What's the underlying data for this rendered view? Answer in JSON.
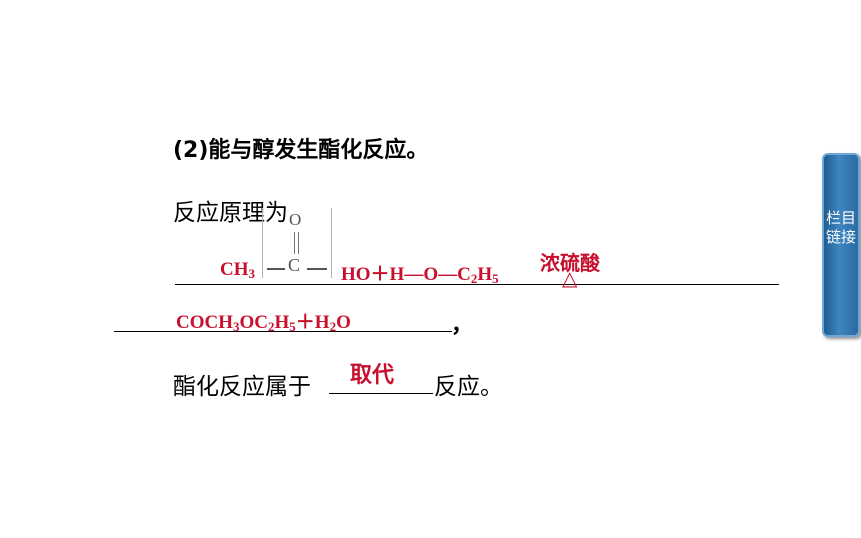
{
  "line1": {
    "text": "(2)能与醇发生酯化反应。"
  },
  "line2": {
    "text": "反应原理为"
  },
  "structure": {
    "o_label": "O",
    "c_label": "C"
  },
  "reaction": {
    "reactant_ch3": "CH",
    "reactant_ch3_sub": "3",
    "reactant_rest_a": "HO＋H—O—C",
    "reactant_rest_sub": "2",
    "reactant_rest_b": "H",
    "reactant_rest_sub2": "5",
    "catalyst": "浓硫酸",
    "heat_symbol": "△"
  },
  "product": {
    "p1": "COCH",
    "p1_sub": "3",
    "p2": "OC",
    "p2_sub": "2",
    "p3": "H",
    "p3_sub": "5",
    "p4": "＋H",
    "p4_sub": "2",
    "p5": "O",
    "comma": "，"
  },
  "line5": {
    "prefix": "酯化反应属于",
    "answer": "取代",
    "suffix": "反应。"
  },
  "side_button": {
    "label": "栏目链接"
  }
}
